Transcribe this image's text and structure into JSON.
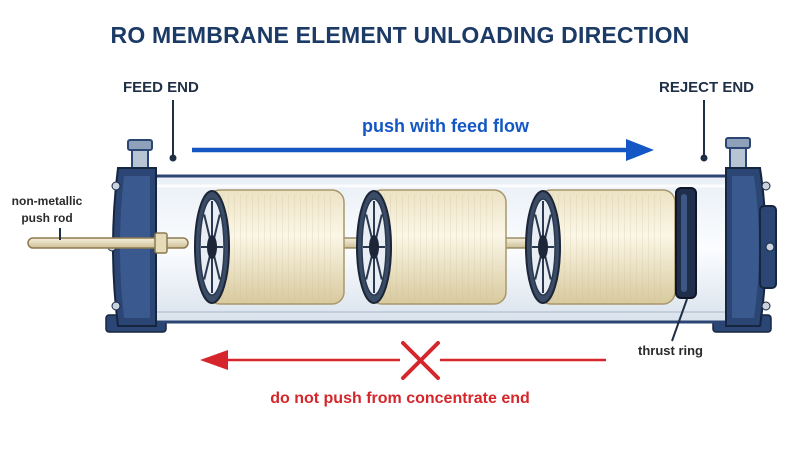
{
  "title": "RO MEMBRANE ELEMENT UNLOADING DIRECTION",
  "labels": {
    "feed_end": "FEED END",
    "reject_end": "REJECT END",
    "push_flow": "push with feed flow",
    "push_rod": "non-metallic push rod",
    "thrust_ring": "thrust ring",
    "warning": "do not push from concentrate end"
  },
  "colors": {
    "vessel_blue": "#2b4574",
    "flow_arrow": "#1457c4",
    "warning_red": "#d4262b",
    "membrane": "#f3ead0",
    "rod": "#eadfc0"
  }
}
